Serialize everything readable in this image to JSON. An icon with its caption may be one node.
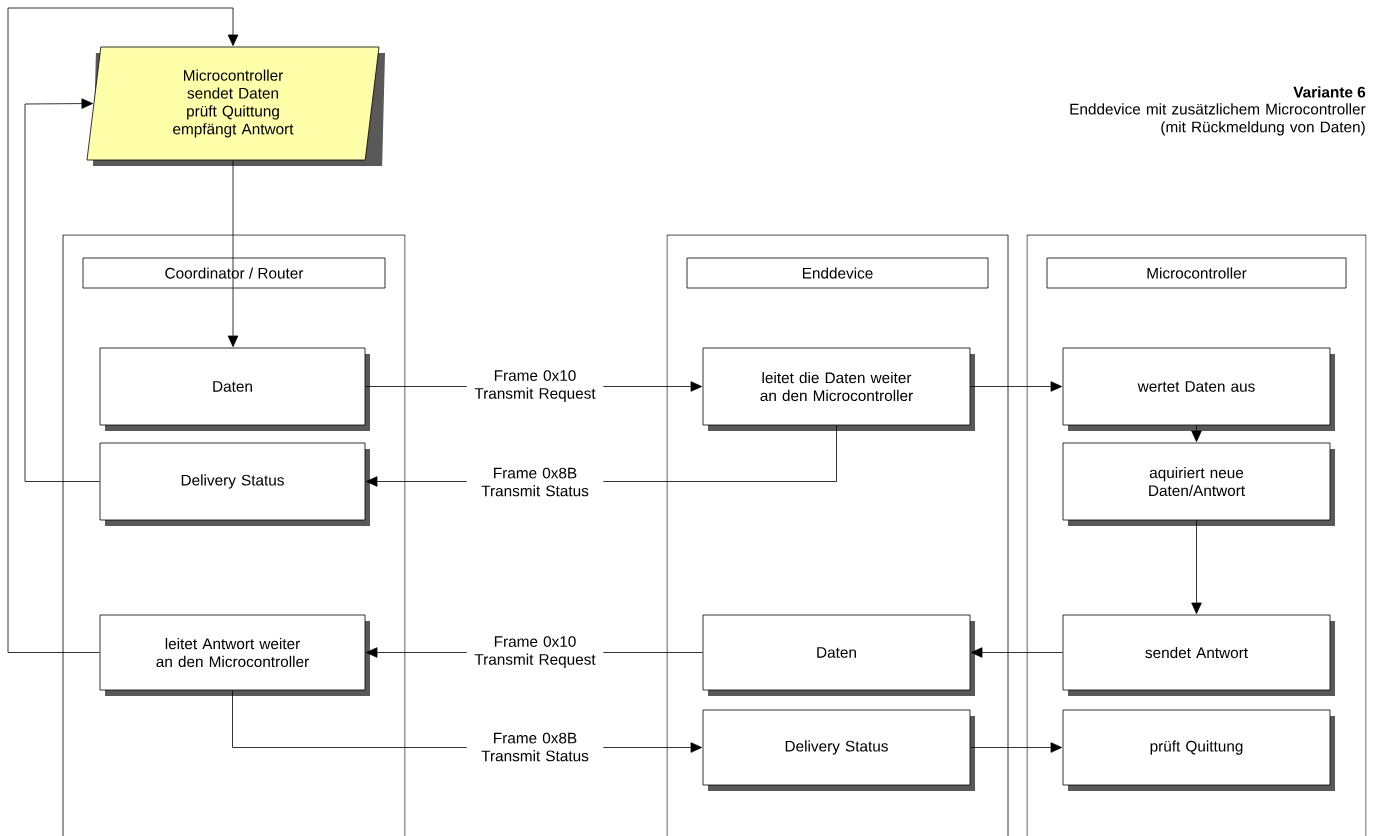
{
  "diagram": {
    "title": "Variante 6",
    "nodes": [
      {
        "text": [
          "Microcontroller sendet Daten prüft Quittung empfängt Antwort"
        ]
      },
      {
        "text": [
          "Coordinator / Router"
        ]
      },
      {
        "text": [
          "Enddevice"
        ]
      },
      {
        "text": [
          "Microcontroller"
        ]
      },
      {
        "text": [
          "Daten"
        ],
        "in": 1
      },
      {
        "text": [
          "Delivery Status"
        ],
        "in": 1
      },
      {
        "text": [
          "leitet Antwort weiter an den Microcontroller"
        ],
        "in": 1
      },
      {
        "text": [
          "leitet die Daten weiter an den Microcontroller"
        ],
        "in": 2
      },
      {
        "text": [
          "Daten"
        ],
        "in": 2
      },
      {
        "text": [
          "Delivery Status"
        ],
        "in": 2
      },
      {
        "text": [
          "wertet Daten aus"
        ],
        "in": 3
      },
      {
        "text": [
          "aquiriert neue Daten/Antwort"
        ],
        "in": 3
      },
      {
        "text": [
          "sendet Antwort"
        ],
        "in": 3
      },
      {
        "text": [
          "prüft Quittung"
        ],
        "in": 3
      }
    ],
    "edges": [
      {
        "from": 0,
        "to": 4,
        "arrow": "to"
      },
      {
        "from": 4,
        "to": 7,
        "arrow": "to",
        "label": "Frame 0x10 Transmit Request"
      },
      {
        "from": 7,
        "to": 5,
        "arrow": "to",
        "label": "Frame 0x8B Transmit Status"
      },
      {
        "from": 5,
        "to": 0,
        "arrow": "to"
      },
      {
        "from": 7,
        "to": 10,
        "arrow": "to"
      },
      {
        "from": 10,
        "to": 11,
        "arrow": "to"
      },
      {
        "from": 11,
        "to": 12,
        "arrow": "to"
      },
      {
        "from": 12,
        "to": 8,
        "arrow": "to"
      },
      {
        "from": 8,
        "to": 6,
        "arrow": "to",
        "label": "Frame 0x10 Transmit Request"
      },
      {
        "from": 6,
        "to": 0,
        "arrow": "to"
      },
      {
        "from": 6,
        "to": 9,
        "arrow": "to",
        "label": "Frame 0x8B Transmit Status"
      },
      {
        "from": 9,
        "to": 13,
        "arrow": "to"
      }
    ],
    "labels": [
      "Enddevice mit zusätzlichem Microcontroller (mit Rückmeldung von Daten)"
    ]
  }
}
